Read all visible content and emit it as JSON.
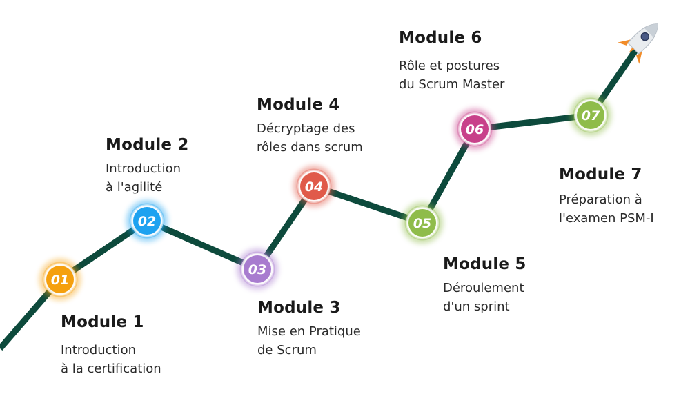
{
  "path_color": "#0d4a3c",
  "modules": [
    {
      "number": "01",
      "color": "#f5a00e",
      "title": "Module 1",
      "lines": [
        "Introduction",
        "à la certification"
      ]
    },
    {
      "number": "02",
      "color": "#1ea2f0",
      "title": "Module 2",
      "lines": [
        "Introduction",
        "à l'agilité"
      ]
    },
    {
      "number": "03",
      "color": "#a87ccf",
      "title": "Module 3",
      "lines": [
        "Mise en Pratique",
        "de Scrum"
      ]
    },
    {
      "number": "04",
      "color": "#e05a4a",
      "title": "Module 4",
      "lines": [
        "Décryptage des",
        "rôles dans scrum"
      ]
    },
    {
      "number": "05",
      "color": "#8fbc4a",
      "title": "Module 5",
      "lines": [
        "Déroulement",
        "d'un sprint"
      ]
    },
    {
      "number": "06",
      "color": "#c8418a",
      "title": "Module 6",
      "lines": [
        "Rôle et postures",
        "du Scrum Master"
      ]
    },
    {
      "number": "07",
      "color": "#8fbc4a",
      "title": "Module 7",
      "lines": [
        "Préparation à",
        "l'examen PSM-I"
      ]
    }
  ],
  "end_icon": "rocket-icon"
}
